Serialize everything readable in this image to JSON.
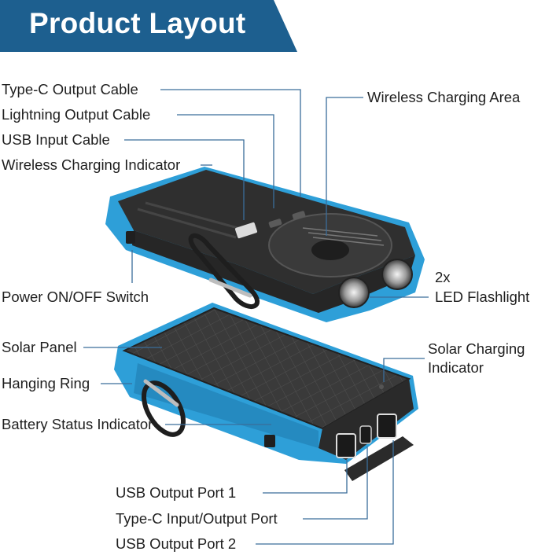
{
  "title": "Product Layout",
  "colors": {
    "banner": "#1d5f8f",
    "accent": "#2e9fd8",
    "body": "#2b2b2b",
    "line": "#3a6d9a"
  },
  "labels": {
    "type_c_output_cable": "Type-C Output Cable",
    "lightning_output_cable": "Lightning Output Cable",
    "usb_input_cable": "USB Input Cable",
    "wireless_charging_indicator": "Wireless Charging Indicator",
    "wireless_charging_area": "Wireless Charging Area",
    "power_switch": "Power ON/OFF Switch",
    "flashlight_count": "2x",
    "flashlight": "LED Flashlight",
    "solar_panel": "Solar Panel",
    "hanging_ring": "Hanging Ring",
    "battery_status_indicator": "Battery Status Indicator",
    "solar_charging_indicator_1": "Solar Charging",
    "solar_charging_indicator_2": "Indicator",
    "usb_output_port_1": "USB Output Port 1",
    "type_c_port": "Type-C Input/Output Port",
    "usb_output_port_2": "USB Output Port 2"
  }
}
